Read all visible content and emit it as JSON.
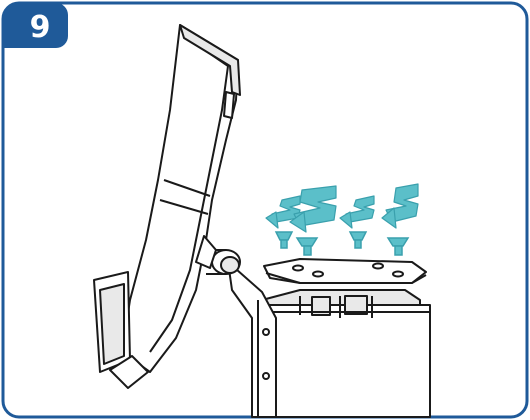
{
  "step": {
    "number": "9"
  },
  "colors": {
    "accent": "#1f5a99",
    "screw": "#5bbfc9",
    "screw_dark": "#3aa0ad",
    "line": "#1a1a1a",
    "fill_light": "#ffffff",
    "fill_gray": "#e9e9e9"
  },
  "illustration": {
    "screw_count": 4,
    "rotation_arrow_count": 4
  }
}
